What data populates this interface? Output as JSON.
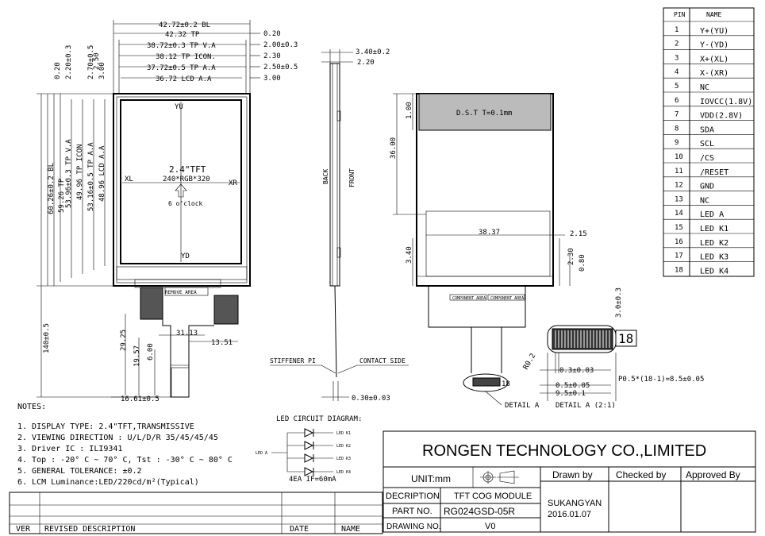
{
  "front_view": {
    "dims_top": [
      "42.72±0.2 BL",
      "42.32 TP",
      "38.72±0.3 TP V.A",
      "38.12 TP ICON.",
      "37.72±0.5 TP A.A",
      "36.72 LCD A.A"
    ],
    "dims_top_right": [
      "0.20",
      "2.00±0.3",
      "2.30",
      "2.50±0.5",
      "3.00"
    ],
    "dims_left_outer": [
      "60.26±0.2 BL",
      "2.20±0.3",
      "0.20"
    ],
    "dims_left_inner": [
      "59.26 TP",
      "53.96±0.3 TP V.A",
      "49.96 TP ICON",
      "53.16±0.5 TP A.A",
      "48.96 LCD A.A",
      "2.70±0.5",
      "2.50",
      "3.00"
    ],
    "dim_tail": "140±0.5",
    "label_yu": "YU",
    "label_yd": "YD",
    "label_xl": "XL",
    "label_xr": "XR",
    "center_title": "2.4\"TFT",
    "center_res": "240*RGB*320",
    "center_view": "6 o'clock",
    "remove_area": "REMOVE AREA",
    "fpc_dims": [
      "31.13",
      "13.51",
      "29.25",
      "19.57",
      "6.00",
      "16.61±0.5"
    ]
  },
  "side_view": {
    "dims": [
      "3.40±0.2",
      "2.20",
      "0.30±0.03"
    ],
    "back_label": "BACK",
    "front_label": "FRONT",
    "stiffener": "STIFFENER PI",
    "contact": "CONTACT SIDE"
  },
  "back_view": {
    "dst": "D.S.T  T=0.1mm",
    "dims": [
      "1.00",
      "36.00",
      "38.37",
      "2.15",
      "3.40",
      "2.30",
      "0.80",
      "3.0±0.3"
    ],
    "component_area_1": "COMPONENT AREA",
    "component_area_2": "COMPONENT AREA",
    "pad_count": "18",
    "detail_label": "DETAIL A"
  },
  "detail_a": {
    "title": "DETAIL A (2:1)",
    "count": "18",
    "radius": "R0.2",
    "dims": [
      "0.3±0.03",
      "0.5±0.05",
      "9.5±0.1",
      "P0.5*(18-1)=8.5±0.05"
    ]
  },
  "pin_table": {
    "headers": [
      "PIN",
      "NAME"
    ],
    "rows": [
      [
        "1",
        "Y+(YU)"
      ],
      [
        "2",
        "Y-(YD)"
      ],
      [
        "3",
        "X+(XL)"
      ],
      [
        "4",
        "X-(XR)"
      ],
      [
        "5",
        "NC"
      ],
      [
        "6",
        "IOVCC(1.8V)"
      ],
      [
        "7",
        "VDD(2.8V)"
      ],
      [
        "8",
        "SDA"
      ],
      [
        "9",
        "SCL"
      ],
      [
        "10",
        "/CS"
      ],
      [
        "11",
        "/RESET"
      ],
      [
        "12",
        "GND"
      ],
      [
        "13",
        "NC"
      ],
      [
        "14",
        "LED A"
      ],
      [
        "15",
        "LED K1"
      ],
      [
        "16",
        "LED K2"
      ],
      [
        "17",
        "LED K3"
      ],
      [
        "18",
        "LED K4"
      ]
    ]
  },
  "notes": {
    "title": "NOTES:",
    "items": [
      "1. DISPLAY TYPE: 2.4\"TFT,TRANSMISSIVE",
      "2. VIEWING DIRECTION : U/L/D/R 35/45/45/45",
      "3. Driver IC : ILI9341",
      "4. Top : -20° C ~ 70° C, Tst : -30° C ~ 80° C",
      "5. GENERAL TOLERANCE: ±0.2",
      "6. LCM Luminance:LED/220cd/m²(Typical)"
    ]
  },
  "led_circuit": {
    "title": "LED CIRCUIT DIAGRAM:",
    "anode": "LED A",
    "cathodes": [
      "LED K1",
      "LED K2",
      "LED K3",
      "LED K4"
    ],
    "spec": "4EA   IF=60mA"
  },
  "title_block": {
    "company": "RONGEN TECHNOLOGY CO.,LIMITED",
    "unit": "UNIT:mm",
    "descrip_label": "DECRIPTION",
    "descrip_value": "TFT COG MODULE",
    "part_label": "PART NO.",
    "part_value": "RG024GSD-05R",
    "drawing_label": "DRAWING NO.",
    "drawing_value": "V0",
    "drawn_by": "Drawn by",
    "checked_by": "Checked by",
    "approved_by": "Approved By",
    "drawn_name": "SUKANGYAN",
    "drawn_date": "2016.01.07"
  },
  "revision_table": {
    "headers": [
      "VER",
      "REVISED DESCRIPTION",
      "DATE",
      "NAME"
    ]
  }
}
